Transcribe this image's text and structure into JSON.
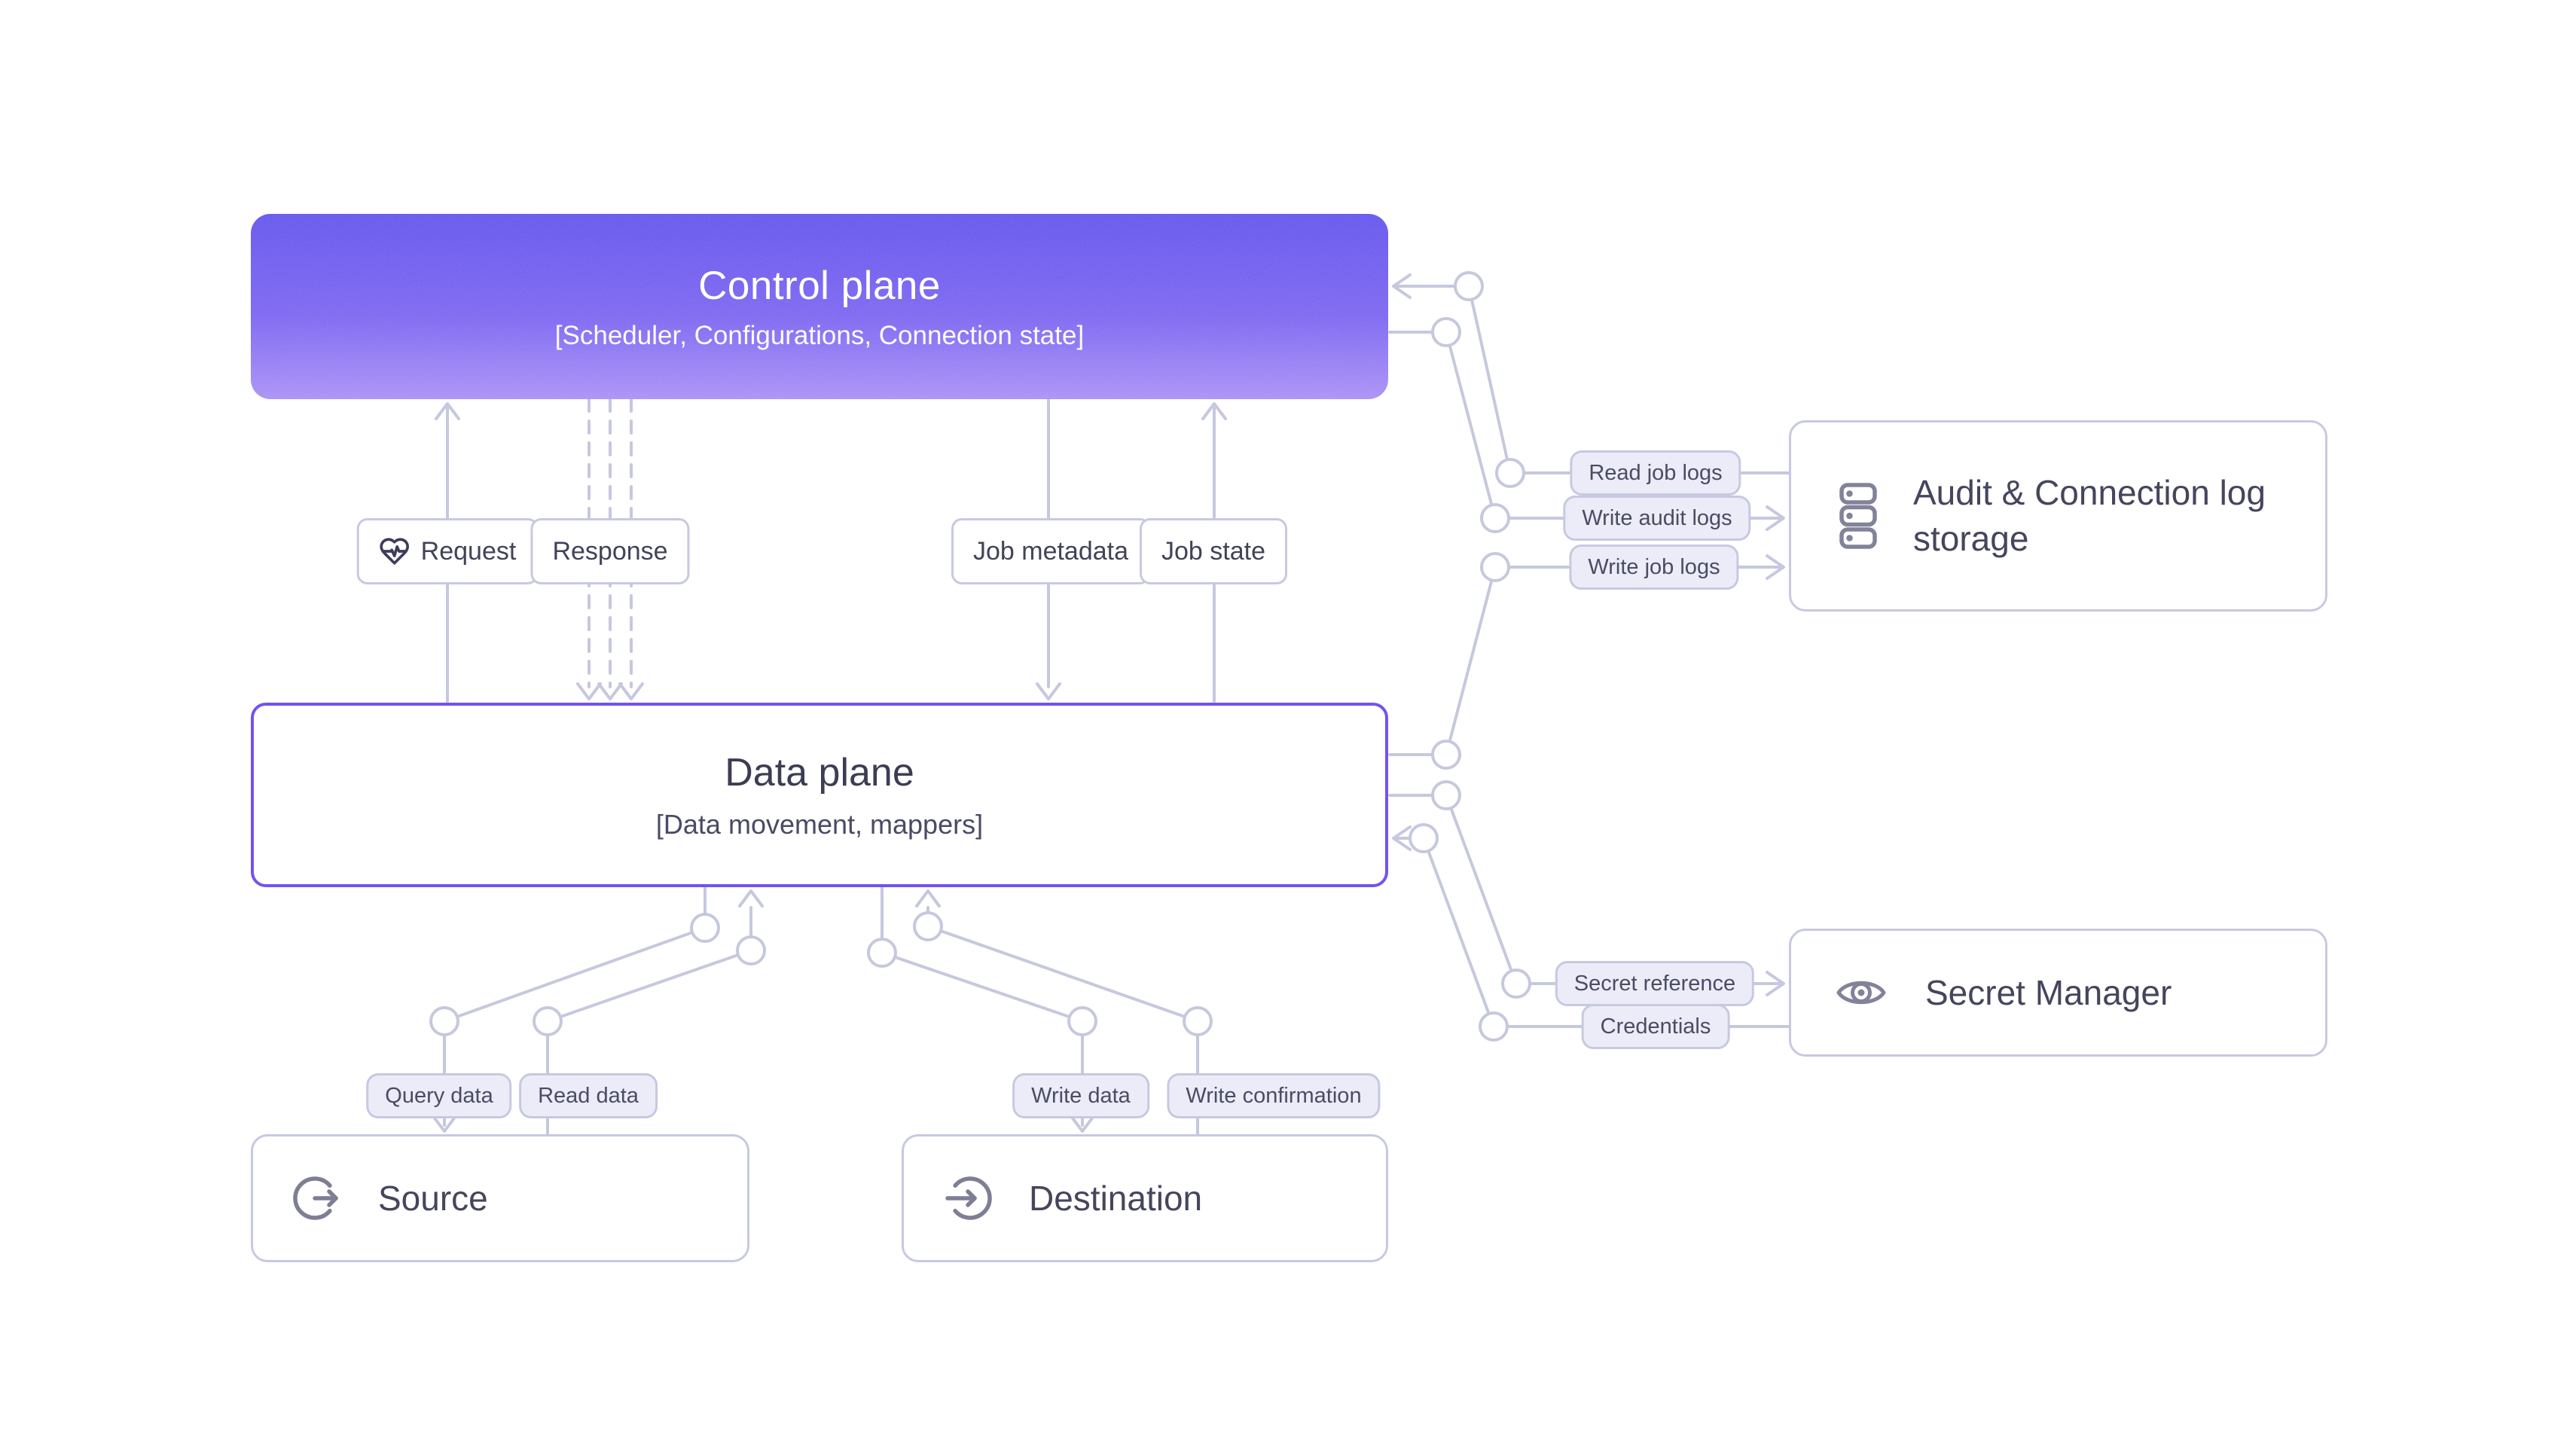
{
  "control_plane": {
    "title": "Control plane",
    "subtitle": "[Scheduler, Configurations, Connection state]"
  },
  "data_plane": {
    "title": "Data plane",
    "subtitle": "[Data movement, mappers]"
  },
  "nodes": {
    "audit": {
      "title": "Audit & Connection log storage"
    },
    "secret_manager": {
      "title": "Secret Manager"
    },
    "source": {
      "title": "Source"
    },
    "destination": {
      "title": "Destination"
    }
  },
  "labels": {
    "request": "Request",
    "response": "Response",
    "job_metadata": "Job metadata",
    "job_state": "Job state",
    "read_job_logs": "Read job logs",
    "write_audit_logs": "Write audit logs",
    "write_job_logs": "Write job logs",
    "secret_reference": "Secret reference",
    "credentials": "Credentials",
    "query_data": "Query data",
    "read_data": "Read data",
    "write_data": "Write data",
    "write_confirmation": "Write confirmation"
  },
  "colors": {
    "line": "#c6c8de",
    "pill_bg": "#ebecf8",
    "pill_border": "#c7c9e1",
    "data_plane_border": "#7452f0",
    "gradient_top": "#6253ed",
    "gradient_bottom": "#a98ff6",
    "text_dark": "#42425a",
    "icon_gray": "#82829a"
  }
}
